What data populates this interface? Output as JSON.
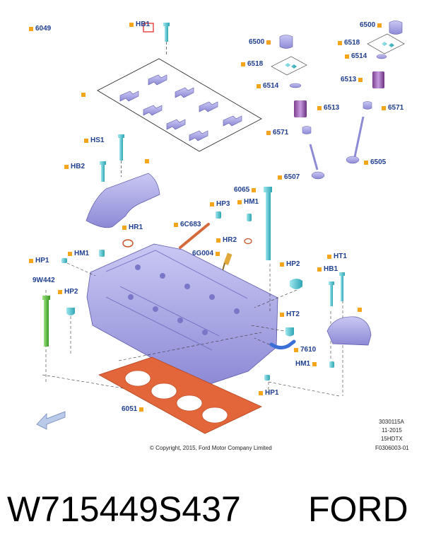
{
  "colors": {
    "callout_text": "#1f3f8f",
    "marker": "#f3a51c",
    "part": "#a8a6e6",
    "part_dark": "#6f6cc0",
    "gasket": "#e2663a",
    "bolt": "#5bcfd8",
    "stud": "#55bb3a",
    "arrow": "#9bb3d8"
  },
  "callouts": [
    {
      "id": "6049",
      "label": "6049"
    },
    {
      "id": "HB1-top",
      "label": "HB1"
    },
    {
      "id": "blank-cap",
      "label": ""
    },
    {
      "id": "6500-l",
      "label": "6500"
    },
    {
      "id": "6518-l",
      "label": "6518"
    },
    {
      "id": "6514-l",
      "label": "6514"
    },
    {
      "id": "6513-l",
      "label": "6513"
    },
    {
      "id": "6571-l",
      "label": "6571"
    },
    {
      "id": "6507",
      "label": "6507"
    },
    {
      "id": "6500-r",
      "label": "6500"
    },
    {
      "id": "6518-r",
      "label": "6518"
    },
    {
      "id": "6514-r",
      "label": "6514"
    },
    {
      "id": "6513-r",
      "label": "6513"
    },
    {
      "id": "6571-r",
      "label": "6571"
    },
    {
      "id": "6505",
      "label": "6505"
    },
    {
      "id": "HS1",
      "label": "HS1"
    },
    {
      "id": "HB2",
      "label": "HB2"
    },
    {
      "id": "blank-cover",
      "label": ""
    },
    {
      "id": "6065",
      "label": "6065"
    },
    {
      "id": "HP3",
      "label": "HP3"
    },
    {
      "id": "HM1-a",
      "label": "HM1"
    },
    {
      "id": "6C683",
      "label": "6C683"
    },
    {
      "id": "HR1",
      "label": "HR1"
    },
    {
      "id": "HR2",
      "label": "HR2"
    },
    {
      "id": "6G004",
      "label": "6G004"
    },
    {
      "id": "HM1-b",
      "label": "HM1"
    },
    {
      "id": "HP1-a",
      "label": "HP1"
    },
    {
      "id": "9W442",
      "label": "9W442"
    },
    {
      "id": "HP2-a",
      "label": "HP2"
    },
    {
      "id": "HP2-b",
      "label": "HP2"
    },
    {
      "id": "HT1",
      "label": "HT1"
    },
    {
      "id": "HB1-r",
      "label": "HB1"
    },
    {
      "id": "HT2",
      "label": "HT2"
    },
    {
      "id": "blank-bracket",
      "label": ""
    },
    {
      "id": "7610",
      "label": "7610"
    },
    {
      "id": "HM1-c",
      "label": "HM1"
    },
    {
      "id": "HP1-b",
      "label": "HP1"
    },
    {
      "id": "6051",
      "label": "6051"
    }
  ],
  "meta": {
    "code1": "3030115A",
    "code2": "11-2015",
    "code3": "15HDTX",
    "code4": "F0306003-01",
    "copyright": "© Copyright, 2015, Ford Motor Company Limited"
  },
  "footer": {
    "part_number": "W715449S437",
    "brand": "FORD"
  }
}
